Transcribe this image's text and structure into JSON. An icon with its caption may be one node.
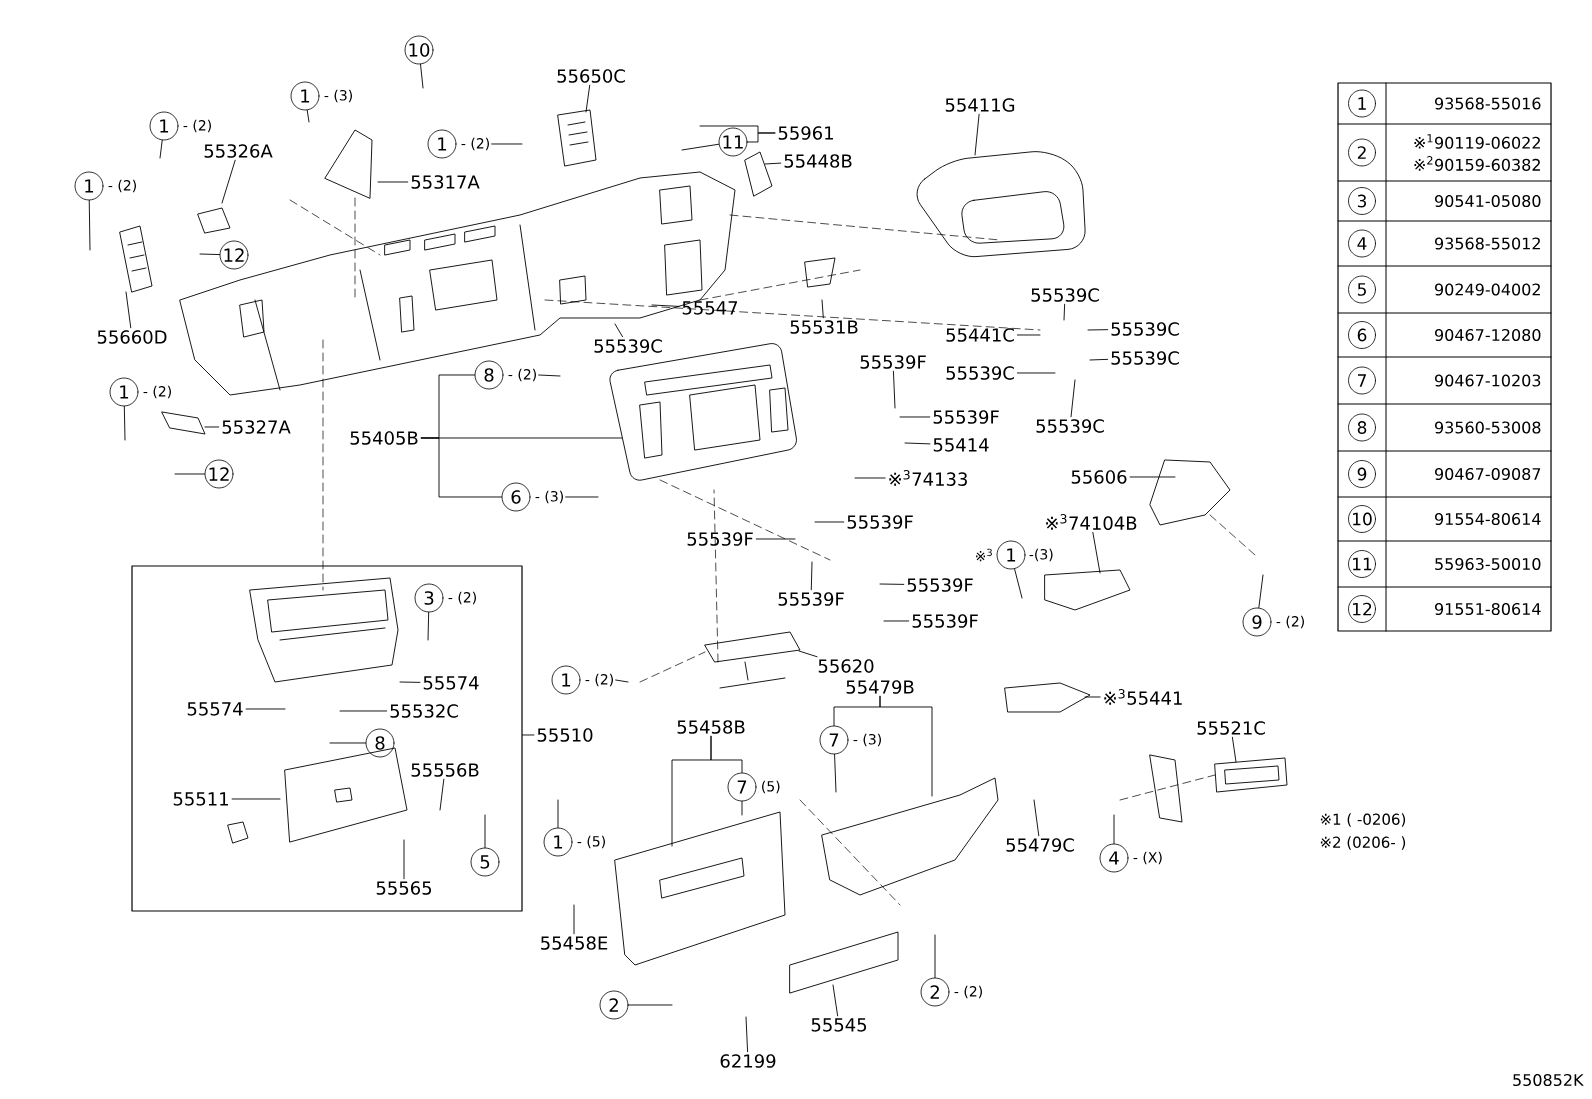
{
  "diagram": {
    "nodes": [
      {
        "text": [],
        "shape": "box"
      },
      {
        "text": [
          "10"
        ]
      },
      {
        "text": [
          "1"
        ],
        "beside": [
          "- (3)"
        ]
      },
      {
        "text": [
          "55650C"
        ]
      },
      {
        "text": [
          "1"
        ],
        "beside": [
          "- (2)"
        ]
      },
      {
        "text": [
          "55961"
        ]
      },
      {
        "text": [
          "11"
        ]
      },
      {
        "text": [
          "55411G"
        ]
      },
      {
        "text": [
          "55448B"
        ]
      },
      {
        "text": [
          "1"
        ],
        "beside": [
          "- (2)"
        ]
      },
      {
        "text": [
          "55326A"
        ]
      },
      {
        "text": [
          "55317A"
        ]
      },
      {
        "text": [
          "1"
        ],
        "beside": [
          "- (2)"
        ]
      },
      {
        "text": [
          "12"
        ]
      },
      {
        "text": [
          "55660D"
        ]
      },
      {
        "text": [
          "55547"
        ]
      },
      {
        "text": [
          "55539C"
        ]
      },
      {
        "text": [
          "55531B"
        ]
      },
      {
        "text": [
          "55539C"
        ]
      },
      {
        "text": [
          "55441C"
        ]
      },
      {
        "text": [
          "55539C"
        ]
      },
      {
        "text": [
          "55539C"
        ]
      },
      {
        "text": [
          "55539C"
        ]
      },
      {
        "text": [
          "55539C"
        ]
      },
      {
        "text": [
          "55539F"
        ]
      },
      {
        "text": [
          "55539F"
        ]
      },
      {
        "text": [
          "55414"
        ]
      },
      {
        "text": [
          "8"
        ],
        "beside": [
          "- (2)"
        ]
      },
      {
        "text": [
          "55405B"
        ]
      },
      {
        "text": [
          "6"
        ],
        "beside": [
          "- (3)"
        ]
      },
      {
        "text": [
          "1"
        ],
        "beside": [
          "- (2)"
        ]
      },
      {
        "text": [
          "55327A"
        ]
      },
      {
        "text": [
          "12"
        ]
      },
      {
        "text": [
          "※$^{3}$74133"
        ]
      },
      {
        "text": [
          "55606"
        ]
      },
      {
        "text": [
          "※$^{3}$74104B"
        ]
      },
      {
        "text": [
          "1"
        ],
        "beside": [
          "※$^{3}$",
          "-(3)"
        ]
      },
      {
        "text": [
          "55539F"
        ]
      },
      {
        "text": [
          "55539F"
        ]
      },
      {
        "text": [
          "55539F"
        ]
      },
      {
        "text": [
          "55539F"
        ]
      },
      {
        "text": [
          "55539F"
        ]
      },
      {
        "text": [
          "55620"
        ]
      },
      {
        "text": [
          "9"
        ],
        "beside": [
          "- (2)"
        ]
      },
      {
        "text": [
          "1"
        ],
        "beside": [
          "- (2)"
        ]
      },
      {
        "text": [
          "55479B"
        ]
      },
      {
        "text": [
          "55458B"
        ]
      },
      {
        "text": [
          "※$^{3}$55441"
        ]
      },
      {
        "text": [
          "55521C"
        ]
      },
      {
        "text": [
          "7"
        ],
        "beside": [
          "- (3)"
        ]
      },
      {
        "text": [
          "7"
        ],
        "beside": [
          "(5)"
        ]
      },
      {
        "text": [
          "55510"
        ]
      },
      {
        "text": [
          "1"
        ],
        "beside": [
          "- (5)"
        ]
      },
      {
        "text": [
          "4"
        ],
        "beside": [
          "- (X)"
        ]
      },
      {
        "text": [
          "55479C"
        ]
      },
      {
        "text": [
          "55458E"
        ]
      },
      {
        "text": [
          "2"
        ]
      },
      {
        "text": [
          "2"
        ],
        "beside": [
          "- (2)"
        ]
      },
      {
        "text": [
          "55545"
        ]
      },
      {
        "text": [
          "62199"
        ]
      },
      {
        "text": [
          "3"
        ],
        "beside": [
          "- (2)"
        ],
        "in": 0
      },
      {
        "text": [
          "55574"
        ],
        "in": 0
      },
      {
        "text": [
          "55574"
        ],
        "in": 0
      },
      {
        "text": [
          "55532C"
        ],
        "in": 0
      },
      {
        "text": [
          "8"
        ],
        "in": 0
      },
      {
        "text": [
          "55556B"
        ],
        "in": 0
      },
      {
        "text": [
          "55511"
        ],
        "in": 0
      },
      {
        "text": [
          "55565"
        ],
        "in": 0
      },
      {
        "text": [
          "5"
        ],
        "in": 0
      },
      {
        "text": [
          "1"
        ],
        "beside": [
          "93568-55016"
        ]
      },
      {
        "text": [
          "2"
        ],
        "beside": [
          "※$^{1}$90119-06022",
          "※$^{2}$90159-60382"
        ]
      },
      {
        "text": [
          "3"
        ],
        "beside": [
          "90541-05080"
        ]
      },
      {
        "text": [
          "4"
        ],
        "beside": [
          "93568-55012"
        ]
      },
      {
        "text": [
          "5"
        ],
        "beside": [
          "90249-04002"
        ]
      },
      {
        "text": [
          "6"
        ],
        "beside": [
          "90467-12080"
        ]
      },
      {
        "text": [
          "7"
        ],
        "beside": [
          "90467-10203"
        ]
      },
      {
        "text": [
          "8"
        ],
        "beside": [
          "93560-53008"
        ]
      },
      {
        "text": [
          "9"
        ],
        "beside": [
          "90467-09087"
        ]
      },
      {
        "text": [
          "10"
        ],
        "beside": [
          "91554-80614"
        ]
      },
      {
        "text": [
          "11"
        ],
        "beside": [
          "55963-50010"
        ]
      },
      {
        "text": [
          "12"
        ],
        "beside": [
          "91551-80614"
        ]
      }
    ],
    "edges": [
      {
        "from": 1,
        "to": null,
        "arrow": "none"
      },
      {
        "from": 2,
        "to": null,
        "arrow": "none"
      },
      {
        "from": 3,
        "to": null,
        "arrow": "none"
      },
      {
        "from": 4,
        "to": null,
        "arrow": "none"
      },
      {
        "from": 6,
        "to": null,
        "arrow": "none"
      },
      {
        "from": 7,
        "to": null,
        "arrow": "none"
      },
      {
        "from": 8,
        "to": null,
        "arrow": "none"
      },
      {
        "from": 9,
        "to": null,
        "arrow": "none"
      },
      {
        "from": 10,
        "to": null,
        "arrow": "none"
      },
      {
        "from": 11,
        "to": null,
        "arrow": "none"
      },
      {
        "from": 12,
        "to": null,
        "arrow": "none"
      },
      {
        "from": 13,
        "to": null,
        "arrow": "none"
      },
      {
        "from": 14,
        "to": null,
        "arrow": "none"
      },
      {
        "from": 15,
        "to": null,
        "arrow": "none"
      },
      {
        "from": 16,
        "to": null,
        "arrow": "none"
      },
      {
        "from": 17,
        "to": null,
        "arrow": "none"
      },
      {
        "from": 18,
        "to": null,
        "arrow": "none"
      },
      {
        "from": 19,
        "to": null,
        "arrow": "none"
      },
      {
        "from": 20,
        "to": null,
        "arrow": "none"
      },
      {
        "from": 21,
        "to": null,
        "arrow": "none"
      },
      {
        "from": 22,
        "to": null,
        "arrow": "none"
      },
      {
        "from": 23,
        "to": null,
        "arrow": "none"
      },
      {
        "from": 24,
        "to": null,
        "arrow": "none"
      },
      {
        "from": 25,
        "to": null,
        "arrow": "none"
      },
      {
        "from": 26,
        "to": null,
        "arrow": "none"
      },
      {
        "from": 27,
        "to": null,
        "arrow": "none"
      },
      {
        "from": 28,
        "to": null,
        "arrow": "none"
      },
      {
        "from": 29,
        "to": null,
        "arrow": "none"
      },
      {
        "from": 30,
        "to": null,
        "arrow": "none"
      },
      {
        "from": 31,
        "to": null,
        "arrow": "none"
      },
      {
        "from": 32,
        "to": null,
        "arrow": "none"
      },
      {
        "from": 33,
        "to": null,
        "arrow": "none"
      },
      {
        "from": 34,
        "to": null,
        "arrow": "none"
      },
      {
        "from": 35,
        "to": null,
        "arrow": "none"
      },
      {
        "from": 36,
        "to": null,
        "arrow": "none"
      },
      {
        "from": 37,
        "to": null,
        "arrow": "none"
      },
      {
        "from": 38,
        "to": null,
        "arrow": "none"
      },
      {
        "from": 39,
        "to": null,
        "arrow": "none"
      },
      {
        "from": 40,
        "to": null,
        "arrow": "none"
      },
      {
        "from": 41,
        "to": null,
        "arrow": "none"
      },
      {
        "from": 42,
        "to": null,
        "arrow": "none"
      },
      {
        "from": 43,
        "to": null,
        "arrow": "none"
      },
      {
        "from": 44,
        "to": null,
        "arrow": "none"
      },
      {
        "from": 47,
        "to": null,
        "arrow": "none"
      },
      {
        "from": 48,
        "to": null,
        "arrow": "none"
      },
      {
        "from": 49,
        "to": null,
        "arrow": "none"
      },
      {
        "from": 50,
        "to": null,
        "arrow": "none"
      },
      {
        "from": 52,
        "to": null,
        "arrow": "none"
      },
      {
        "from": 53,
        "to": null,
        "arrow": "none"
      },
      {
        "from": 54,
        "to": null,
        "arrow": "none"
      },
      {
        "from": 55,
        "to": null,
        "arrow": "none"
      },
      {
        "from": 56,
        "to": null,
        "arrow": "none"
      },
      {
        "from": 57,
        "to": null,
        "arrow": "none"
      },
      {
        "from": 58,
        "to": null,
        "arrow": "none"
      },
      {
        "from": 59,
        "to": null,
        "arrow": "none"
      },
      {
        "from": 60,
        "to": null,
        "arrow": "none"
      },
      {
        "from": 61,
        "to": null,
        "arrow": "none"
      },
      {
        "from": 62,
        "to": null,
        "arrow": "none"
      },
      {
        "from": 63,
        "to": null,
        "arrow": "none"
      },
      {
        "from": 64,
        "to": null,
        "arrow": "none"
      },
      {
        "from": 65,
        "to": null,
        "arrow": "none"
      },
      {
        "from": 66,
        "to": null,
        "arrow": "none"
      },
      {
        "from": 67,
        "to": null,
        "arrow": "none"
      },
      {
        "from": 68,
        "to": null,
        "arrow": "none"
      },
      {
        "from": 5,
        "to": null,
        "arrow": "none"
      },
      {
        "from": 5,
        "to": 6,
        "arrow": "none"
      },
      {
        "from": 28,
        "to": 27,
        "arrow": "none"
      },
      {
        "from": 28,
        "to": 29,
        "arrow": "none"
      },
      {
        "from": 45,
        "to": 49,
        "arrow": "none"
      },
      {
        "from": 45,
        "to": null,
        "arrow": "none"
      },
      {
        "from": 46,
        "to": 50,
        "arrow": "none"
      },
      {
        "from": 46,
        "to": null,
        "arrow": "none"
      },
      {
        "from": 51,
        "to": 0,
        "arrow": "none"
      }
    ],
    "labels": [
      "※1 ( -0206)",
      "※2 (0206- )",
      "550852K"
    ]
  }
}
